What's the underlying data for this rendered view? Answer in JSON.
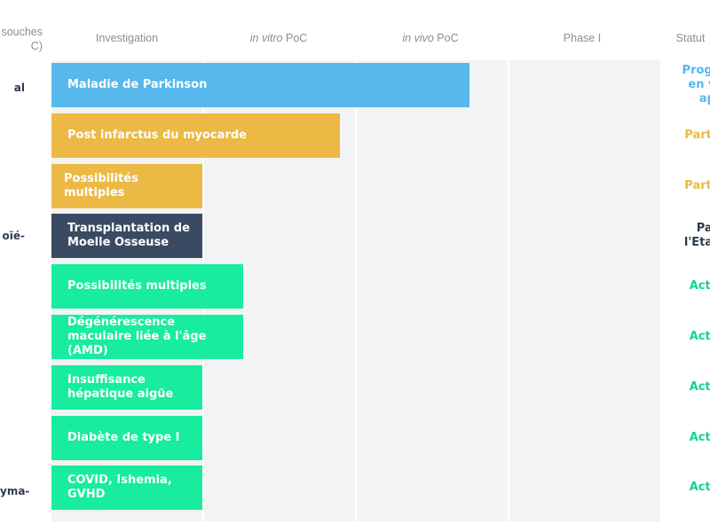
{
  "header": {
    "left_line1": "souches",
    "left_line2": "C)",
    "columns": [
      {
        "italic": "",
        "text": "Investigation"
      },
      {
        "italic": "in vitro",
        "text": " PoC"
      },
      {
        "italic": "in vivo",
        "text": " PoC"
      },
      {
        "italic": "",
        "text": "Phase I"
      },
      {
        "italic": "",
        "text": "Statut"
      }
    ]
  },
  "left_labels": [
    "al",
    "oïé-",
    "yma-"
  ],
  "colors": {
    "blue": "#56b8ec",
    "yellow": "#ebb944",
    "navy": "#3b4a63",
    "green": "#17ec9f",
    "grid_bg": "#f2f3f5",
    "status_navy": "#2e3a4e",
    "status_green": "#10d68e"
  },
  "chart_data": {
    "type": "bar",
    "orientation": "horizontal",
    "x_stages": [
      "Investigation",
      "in vitro PoC",
      "in vivo PoC",
      "Phase I"
    ],
    "rows": [
      {
        "label": "Maladie de Parkinson",
        "progress": 2.75,
        "color": "blue",
        "status": [
          "Program",
          "en vue",
          "apr"
        ]
      },
      {
        "label": "Post infarctus du myocarde",
        "progress": 1.9,
        "color": "yellow",
        "status": [
          "Partena"
        ]
      },
      {
        "label": "Possibilités multiples",
        "progress": 1.0,
        "color": "yellow",
        "status": [
          "Partena"
        ]
      },
      {
        "label": "Transplantation de Moelle Osseuse",
        "progress": 1.0,
        "color": "navy",
        "status": [
          "Part",
          "l'Etablis"
        ]
      },
      {
        "label": "Possibilités multiples",
        "progress": 1.27,
        "color": "green",
        "status": [
          "Actuel"
        ]
      },
      {
        "label": "Dégénérescence maculaire liée à l'âge (AMD)",
        "progress": 1.27,
        "color": "green",
        "status": [
          "Actuel"
        ]
      },
      {
        "label": "Insuffisance hépatique aigüe",
        "progress": 1.0,
        "color": "green",
        "status": [
          "Actuel"
        ]
      },
      {
        "label": "Diabète de type I",
        "progress": 1.0,
        "color": "green",
        "status": [
          "Actuel"
        ]
      },
      {
        "label": "COVID, Ishemia, GVHD",
        "progress": 1.0,
        "color": "green",
        "status": [
          "Actuel"
        ]
      }
    ]
  }
}
